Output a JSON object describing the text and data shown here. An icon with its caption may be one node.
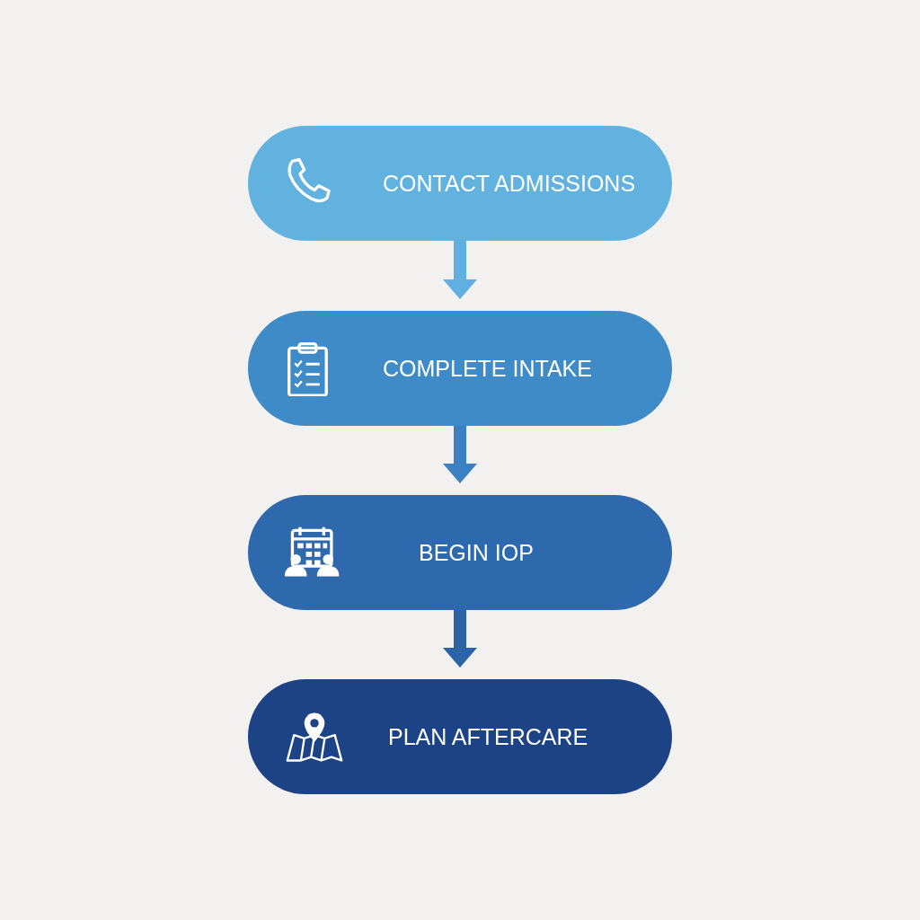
{
  "diagram": {
    "nodes": [
      {
        "text": [
          "CONTACT ADMISSIONS"
        ]
      },
      {
        "text": [
          "COMPLETE INTAKE"
        ]
      },
      {
        "text": [
          "BEGIN IOP"
        ]
      },
      {
        "text": [
          "PLAN AFTERCARE"
        ]
      }
    ],
    "edges": [
      {
        "from": 0,
        "to": 1,
        "arrow": "to",
        "color": "#5fb0e0"
      },
      {
        "from": 1,
        "to": 2,
        "arrow": "to",
        "color": "#3a80c2"
      },
      {
        "from": 2,
        "to": 3,
        "arrow": "to",
        "color": "#2d64a8"
      }
    ]
  }
}
